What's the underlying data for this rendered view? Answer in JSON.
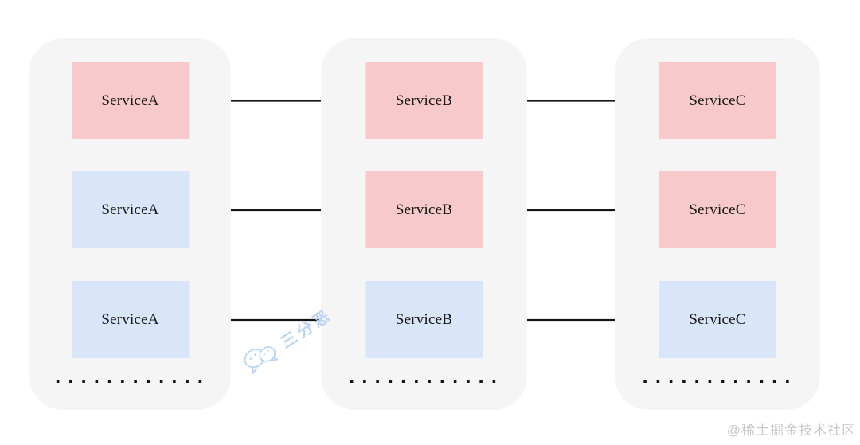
{
  "diagram": {
    "colors": {
      "pink": "#f7c9ca",
      "blue": "#d9e5f8",
      "container": "#f5f5f6",
      "arrow": "#151515",
      "label": "#161616"
    },
    "columns": [
      {
        "boxes": [
          {
            "label": "ServiceA",
            "color": "pink"
          },
          {
            "label": "ServiceA",
            "color": "blue"
          },
          {
            "label": "ServiceA",
            "color": "blue"
          }
        ],
        "ellipsis": "............"
      },
      {
        "boxes": [
          {
            "label": "ServiceB",
            "color": "pink"
          },
          {
            "label": "ServiceB",
            "color": "pink"
          },
          {
            "label": "ServiceB",
            "color": "blue"
          }
        ],
        "ellipsis": "............"
      },
      {
        "boxes": [
          {
            "label": "ServiceC",
            "color": "pink"
          },
          {
            "label": "ServiceC",
            "color": "pink"
          },
          {
            "label": "ServiceC",
            "color": "blue"
          }
        ],
        "ellipsis": "............"
      }
    ]
  },
  "watermark": {
    "text": "三分恶",
    "color": "#b8d4f1"
  },
  "attribution": {
    "text": "@稀土掘金技术社区",
    "color": "#c9c9c9"
  }
}
